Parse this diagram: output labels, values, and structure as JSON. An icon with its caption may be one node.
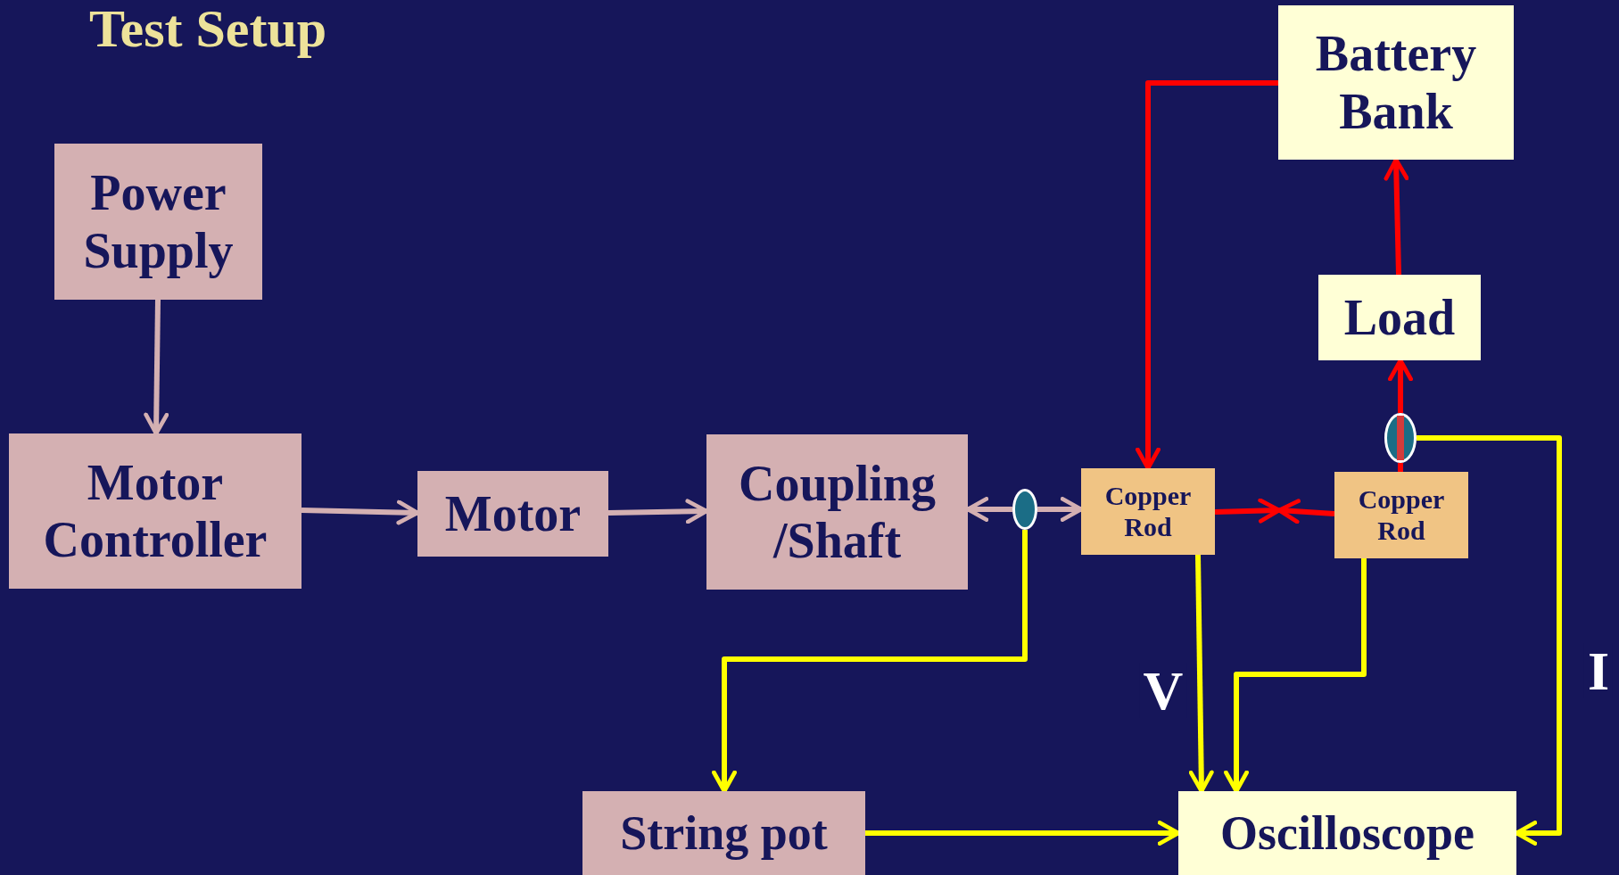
{
  "diagram": {
    "title": "Test Setup",
    "nodes": [
      {
        "text": [
          "Battery Bank"
        ]
      },
      {
        "text": [
          "Power Supply"
        ]
      },
      {
        "text": [
          "Load"
        ]
      },
      {
        "text": [],
        "shape": "ellipse"
      },
      {
        "text": [
          "Motor Controller"
        ]
      },
      {
        "text": [
          "Motor"
        ]
      },
      {
        "text": [
          "Coupling /Shaft"
        ]
      },
      {
        "text": [],
        "shape": "ellipse"
      },
      {
        "text": [
          "Copper Rod"
        ]
      },
      {
        "text": [
          "Copper Rod"
        ]
      },
      {
        "text": [
          "String pot"
        ]
      },
      {
        "text": [
          "Oscilloscope"
        ]
      }
    ],
    "edges": [
      {
        "from": 1,
        "to": 4,
        "arrow": "to",
        "color": "#d4b0b2"
      },
      {
        "from": 4,
        "to": 5,
        "arrow": "to",
        "color": "#d4b0b2"
      },
      {
        "from": 5,
        "to": 6,
        "arrow": "to",
        "color": "#d4b0b2"
      },
      {
        "from": 7,
        "to": 6,
        "arrow": "to",
        "color": "#d4b0b2"
      },
      {
        "from": 7,
        "to": 8,
        "arrow": "to",
        "color": "#d4b0b2"
      },
      {
        "from": 7,
        "to": 10,
        "arrow": "to",
        "color": "#ffff00"
      },
      {
        "from": 0,
        "to": 8,
        "arrow": "to",
        "color": "#ff0000"
      },
      {
        "from": 8,
        "to": null,
        "arrow": "to",
        "color": "#ff0000"
      },
      {
        "from": 9,
        "to": null,
        "arrow": "to",
        "color": "#ff0000"
      },
      {
        "from": 9,
        "to": 3,
        "arrow": "none",
        "color": "#ff0000"
      },
      {
        "from": 3,
        "to": 2,
        "arrow": "to",
        "color": "#ff0000"
      },
      {
        "from": 2,
        "to": 0,
        "arrow": "to",
        "color": "#ff0000"
      },
      {
        "from": 3,
        "to": 11,
        "arrow": "to",
        "color": "#ffff00",
        "label": "I"
      },
      {
        "from": 8,
        "to": 11,
        "arrow": "to",
        "color": "#ffff00",
        "label": "V"
      },
      {
        "from": 9,
        "to": 11,
        "arrow": "to",
        "color": "#ffff00"
      },
      {
        "from": 10,
        "to": 11,
        "arrow": "to",
        "color": "#ffff00"
      }
    ]
  }
}
